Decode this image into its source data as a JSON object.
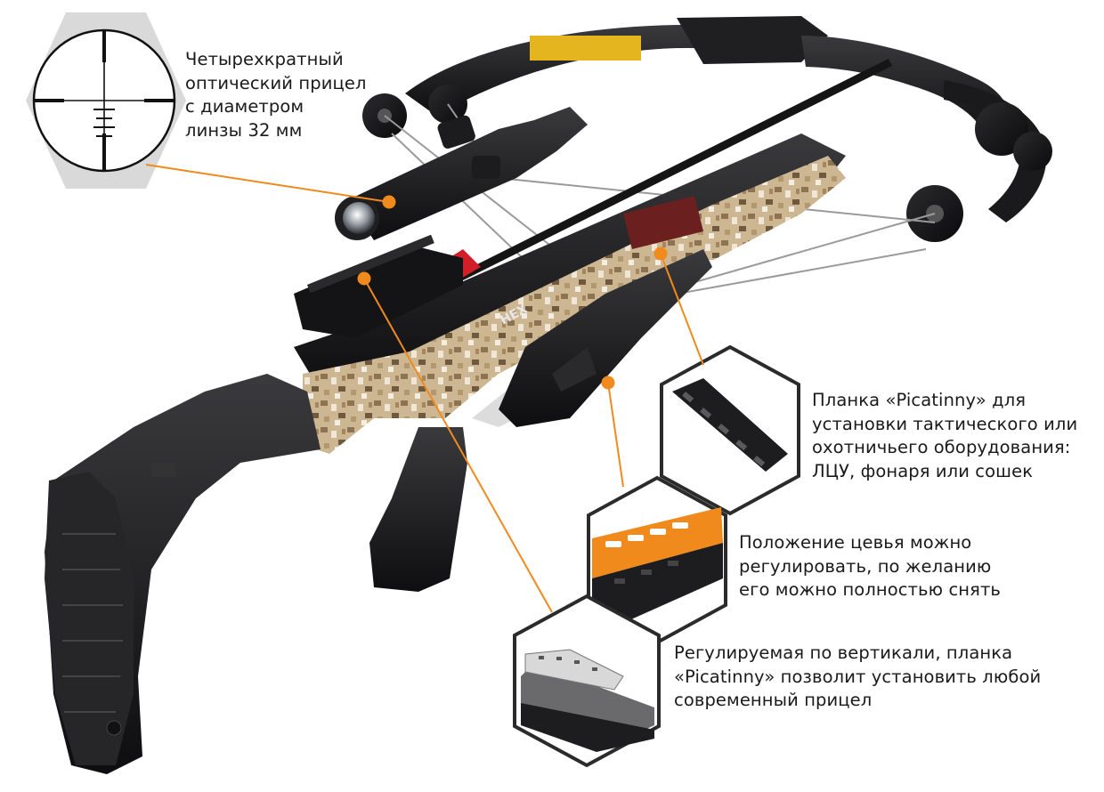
{
  "captions": {
    "scope": {
      "lines": [
        "Четырехкратный",
        "оптический прицел",
        "с диаметром",
        "линзы 32 мм"
      ]
    },
    "rail": {
      "lines": [
        "Планка «Picatinny» для",
        "установки тактического или",
        "охотничьего оборудования:",
        "ЛЦУ, фонаря или сошек"
      ]
    },
    "forend": {
      "lines": [
        "Положение цевья можно",
        "регулировать, по желанию",
        "его можно полностью снять"
      ]
    },
    "mount": {
      "lines": [
        "Регулируемая по вертикали, планка",
        "«Picatinny» позволит установить любой",
        "современный прицел"
      ]
    }
  },
  "product_markings": {
    "arrow_label": "HEX"
  },
  "colors": {
    "accent": "#f08a1c",
    "hex_outline": "#2b2b2b",
    "reticle_hex_fill": "#d9d9d9",
    "camo_base": "#c8b08a",
    "body_black": "#1c1c1e",
    "arrow_fletch": "#d11f2a"
  },
  "icons": [
    "reticle-icon",
    "callout-dot-icon"
  ]
}
